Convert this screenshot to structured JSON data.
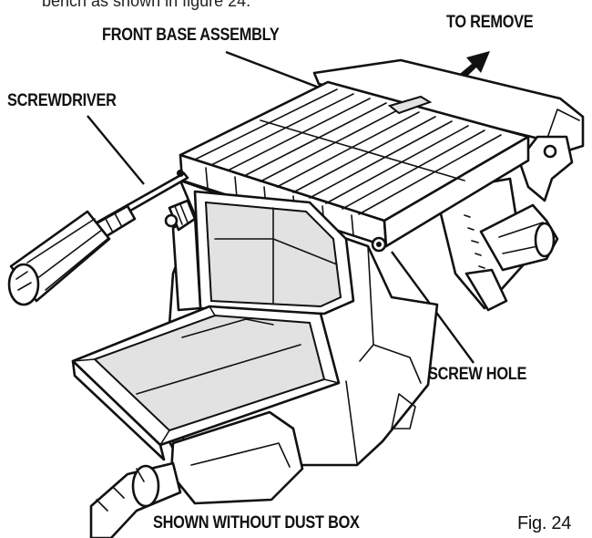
{
  "caption_top_partial": "bench as shown in figure 24.",
  "labels": {
    "front_base_assembly": "FRONT BASE ASSEMBLY",
    "to_remove": "TO REMOVE",
    "screwdriver": "SCREWDRIVER",
    "screw_hole": "SCREW HOLE",
    "shown_without_dust_box": "SHOWN WITHOUT DUST BOX",
    "figure_number": "Fig. 24"
  }
}
